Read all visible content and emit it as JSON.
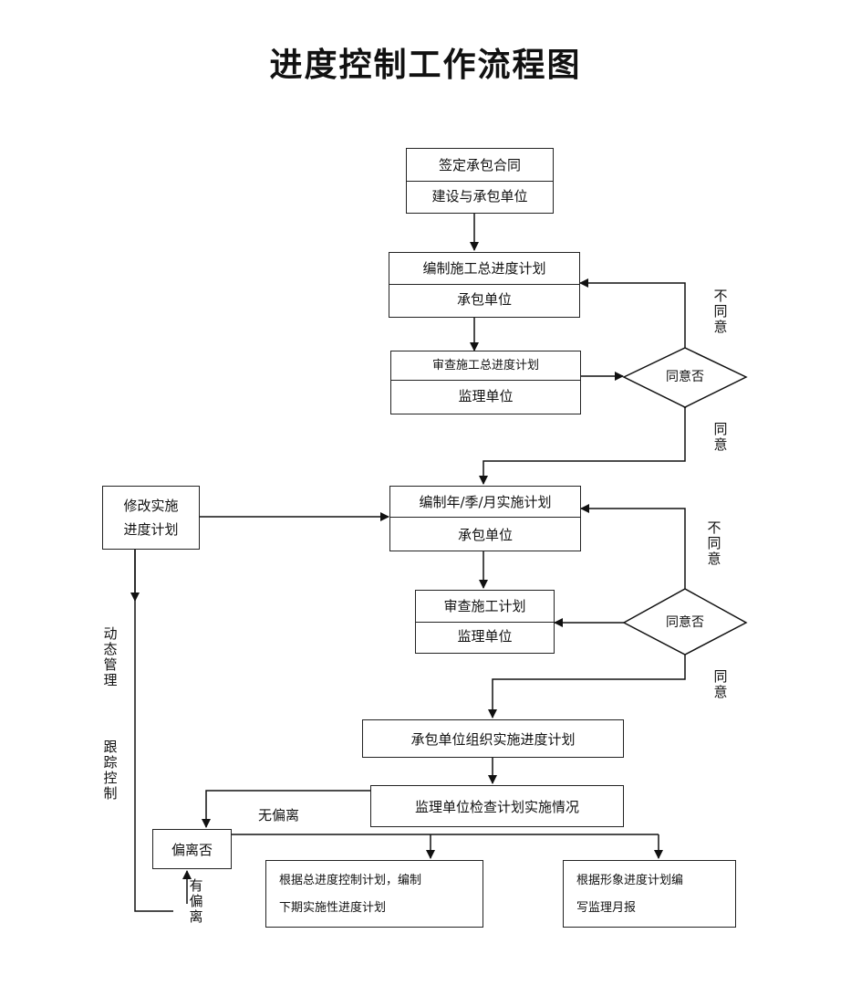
{
  "title": "进度控制工作流程图",
  "nodes": {
    "sign_contract": {
      "top": "签定承包合同",
      "bottom": "建设与承包单位"
    },
    "total_plan": {
      "top": "编制施工总进度计划",
      "bottom": "承包单位"
    },
    "review_total": {
      "top": "审查施工总进度计划",
      "bottom": "监理单位"
    },
    "decision1": "同意否",
    "modify_plan": "修改实施\n进度计划",
    "period_plan": {
      "top": "编制年/季/月实施计划",
      "bottom": "承包单位"
    },
    "review_plan": {
      "top": "审查施工计划",
      "bottom": "监理单位"
    },
    "decision2": "同意否",
    "organize": "承包单位组织实施进度计划",
    "inspect": "监理单位检查计划实施情况",
    "deviation": "偏离否",
    "next_plan": "根据总进度控制计划，编制\n下期实施性进度计划",
    "monthly_report": "根据形象进度计划编\n写监理月报"
  },
  "labels": {
    "disagree1": "不\n同\n意",
    "agree1": "同\n意",
    "disagree2": "不\n同\n意",
    "agree2": "同\n意",
    "dynamic_mgmt": "动\n态\n管\n理",
    "track_ctrl": "跟\n踪\n控\n制",
    "no_deviation": "无偏离",
    "has_deviation": "有\n偏\n离"
  }
}
